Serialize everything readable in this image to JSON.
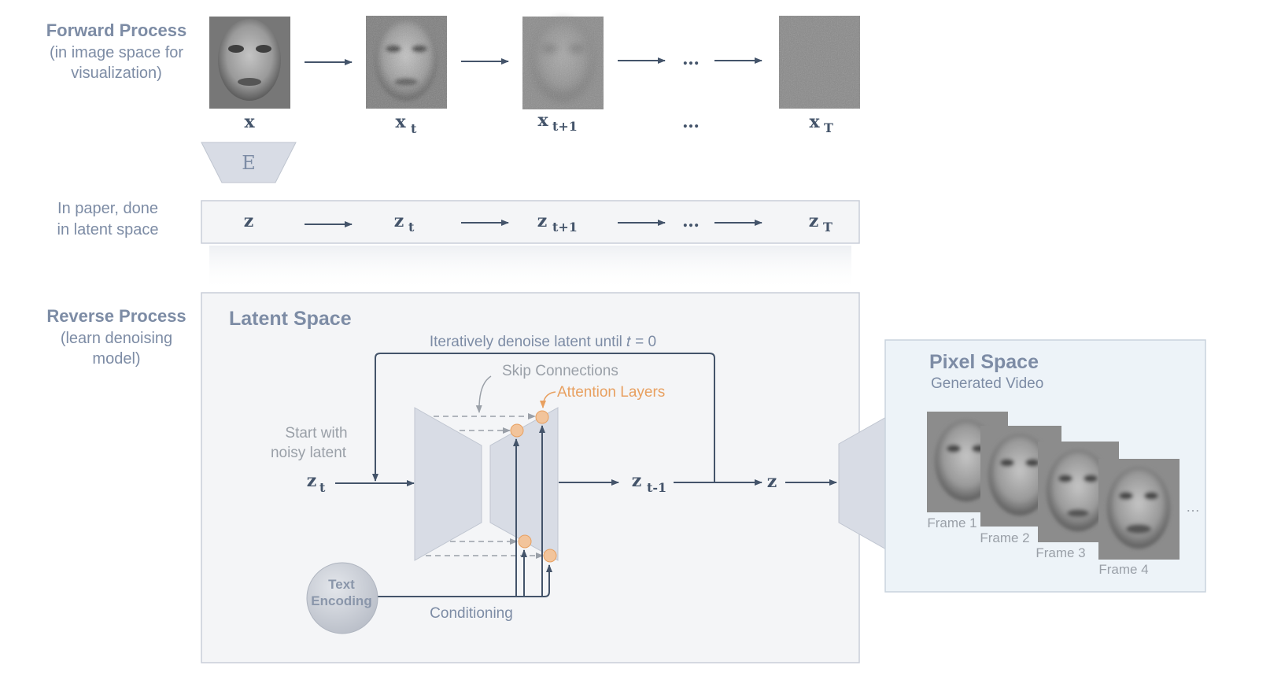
{
  "forward": {
    "title": "Forward Process",
    "subtitle_1": "(in image space for",
    "subtitle_2": "visualization)",
    "labels": [
      "x",
      "x",
      "x",
      "…",
      "x"
    ],
    "subs": [
      "",
      "t",
      "t+1",
      "",
      "T"
    ],
    "dots": "…"
  },
  "encoder": {
    "label": "E"
  },
  "latent": {
    "note_1": "In paper, done",
    "note_2": "in latent space",
    "labels": [
      "z",
      "z",
      "z",
      "…",
      "z"
    ],
    "subs": [
      "",
      "t",
      "t+1",
      "",
      "T"
    ]
  },
  "reverse": {
    "title": "Reverse Process",
    "subtitle_1": "(learn denoising",
    "subtitle_2": "model)"
  },
  "latent_space": {
    "title": "Latent Space",
    "loop_label": "Iteratively denoise latent until 𝑡 = 0",
    "skip_label": "Skip Connections",
    "attention_label": "Attention Layers",
    "start_1": "Start with",
    "start_2": "noisy latent",
    "z_t": "z",
    "z_t_sub": "t",
    "z_t1": "z",
    "z_t1_sub": "t-1",
    "z_out": "z",
    "text_encoding_1": "Text",
    "text_encoding_2": "Encoding",
    "conditioning": "Conditioning"
  },
  "pixel_space": {
    "title": "Pixel Space",
    "subtitle": "Generated Video",
    "frames": [
      "Frame 1",
      "Frame 2",
      "Frame 3",
      "Frame 4"
    ],
    "more": "…"
  },
  "colors": {
    "title": "#7d8ca5",
    "text": "#44546a",
    "arrow": "#44546a",
    "panel": "#f4f5f7",
    "pixel_panel": "#edf3f8",
    "attention": "#f2c49b",
    "attention_text": "#e8a060",
    "shape": "#d8dce5"
  }
}
